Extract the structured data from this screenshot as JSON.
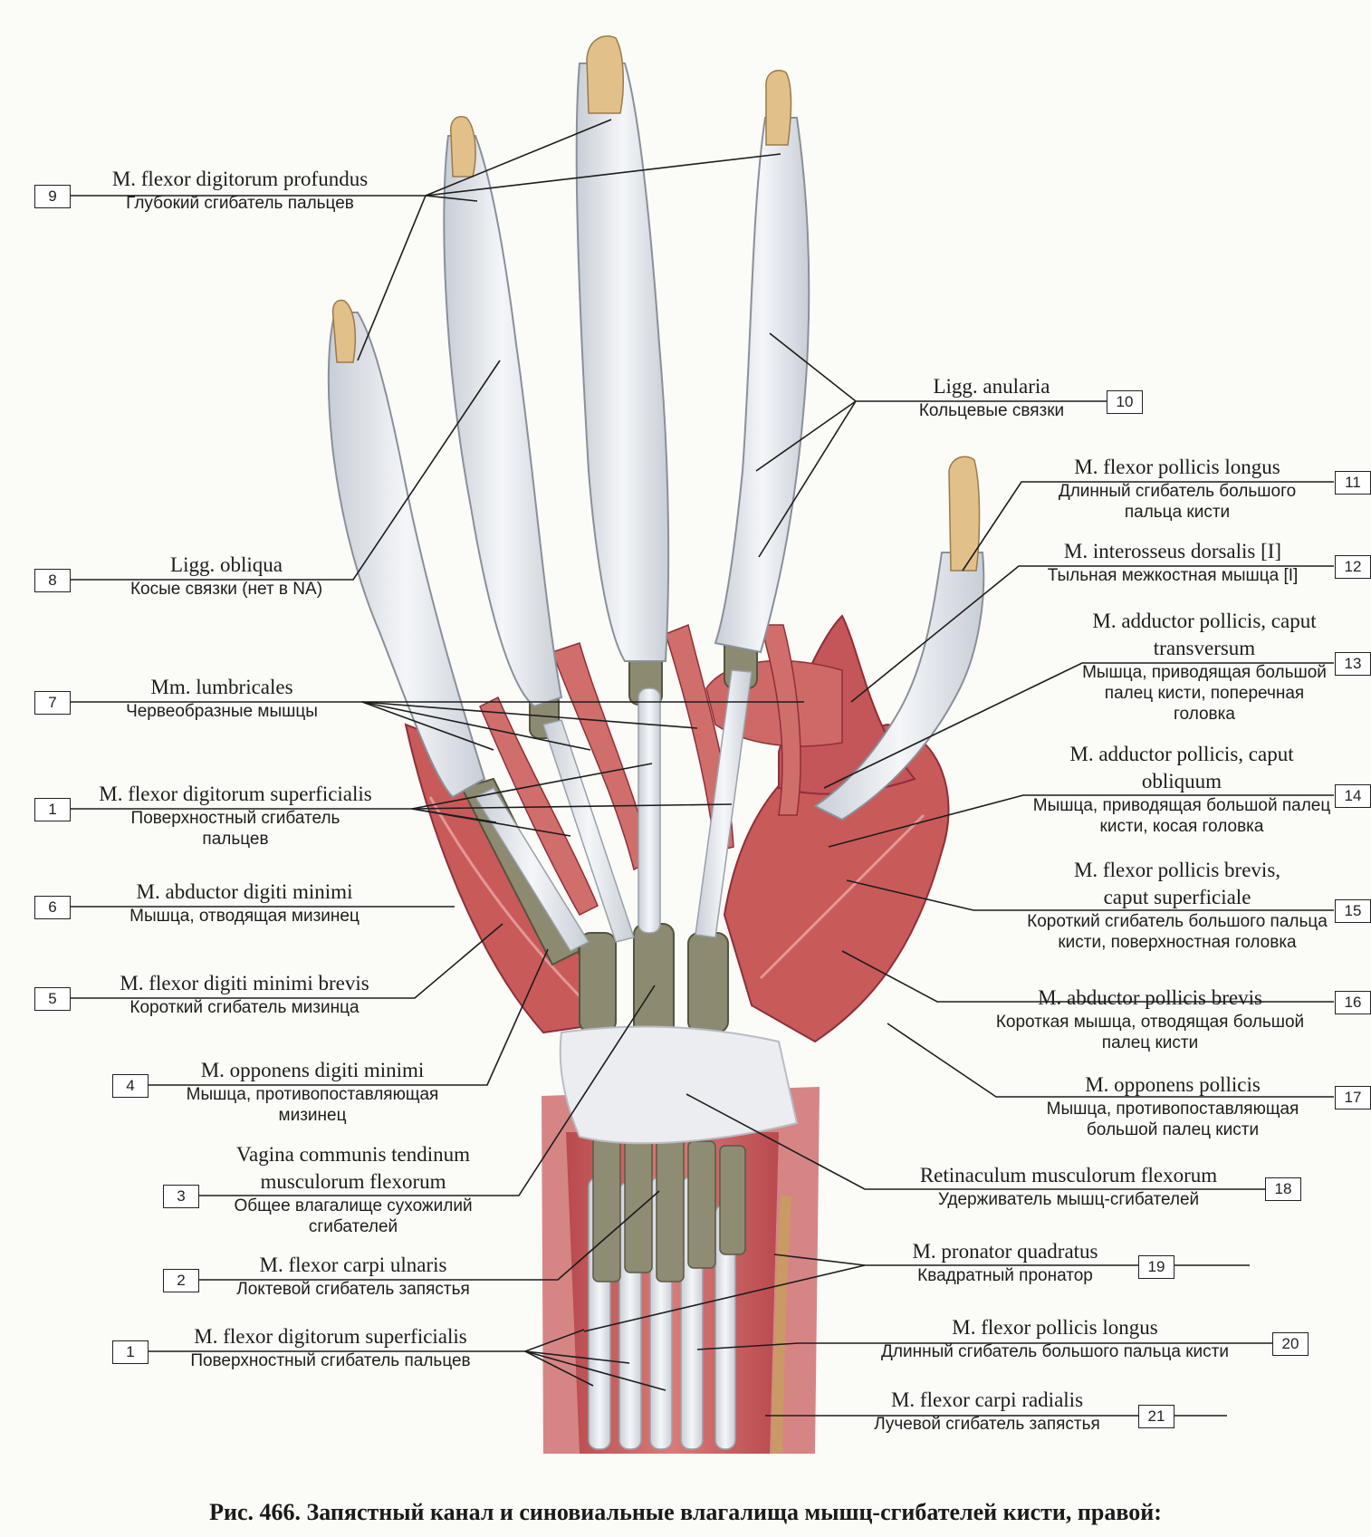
{
  "labels": [
    {
      "id": "9",
      "lat": "M. flexor digitorum profundus",
      "ru": "Глубокий сгибатель пальцев"
    },
    {
      "id": "10",
      "lat": "Ligg. anularia",
      "ru": "Кольцевые связки"
    },
    {
      "id": "11",
      "lat": "M. flexor pollicis longus",
      "ru": "Длинный сгибатель большого пальца кисти"
    },
    {
      "id": "8",
      "lat": "Ligg. obliqua",
      "ru": "Косые связки (нет в NA)"
    },
    {
      "id": "12",
      "lat": "M. interosseus dorsalis [I]",
      "ru": "Тыльная межкостная мышца [I]"
    },
    {
      "id": "13",
      "lat": "M. adductor pollicis, caput transversum",
      "ru": "Мышца, приводящая большой палец кисти, поперечная головка"
    },
    {
      "id": "7",
      "lat": "Mm. lumbricales",
      "ru": "Червеобразные мышцы"
    },
    {
      "id": "14",
      "lat": "M. adductor pollicis, caput obliquum",
      "ru": "Мышца, приводящая большой палец кисти, косая головка"
    },
    {
      "id": "1",
      "lat": "M. flexor digitorum superficialis",
      "ru": "Поверхностный сгибатель пальцев"
    },
    {
      "id": "15",
      "lat": "M. flexor pollicis brevis, caput superficiale",
      "ru": "Короткий сгибатель большого пальца кисти, поверхностная головка"
    },
    {
      "id": "6",
      "lat": "M. abductor digiti minimi",
      "ru": "Мышца, отводящая мизинец"
    },
    {
      "id": "5",
      "lat": "M. flexor digiti minimi brevis",
      "ru": "Короткий сгибатель мизинца"
    },
    {
      "id": "16",
      "lat": "M. abductor pollicis brevis",
      "ru": "Короткая мышца, отводящая большой палец кисти"
    },
    {
      "id": "4",
      "lat": "M. opponens digiti minimi",
      "ru": "Мышца, противопоставляющая мизинец"
    },
    {
      "id": "17",
      "lat": "M. opponens pollicis",
      "ru": "Мышца, противопоставляющая большой палец кисти"
    },
    {
      "id": "3",
      "lat": "Vagina communis tendinum musculorum flexorum",
      "ru": "Общее влагалище сухожилий сгибателей"
    },
    {
      "id": "18",
      "lat": "Retinaculum musculorum flexorum",
      "ru": "Удерживатель мышц-сгибателей"
    },
    {
      "id": "2",
      "lat": "M. flexor carpi ulnaris",
      "ru": "Локтевой сгибатель запястья"
    },
    {
      "id": "19",
      "lat": "M. pronator quadratus",
      "ru": "Квадратный пронатор"
    },
    {
      "id": "1",
      "lat": "M. flexor digitorum superficialis",
      "ru": "Поверхностный сгибатель пальцев"
    },
    {
      "id": "20",
      "lat": "M. flexor pollicis longus",
      "ru": "Длинный сгибатель большого пальца кисти"
    },
    {
      "id": "21",
      "lat": "M. flexor carpi radialis",
      "ru": "Лучевой сгибатель запястья"
    }
  ],
  "caption": "Рис. 466. Запястный канал и синовиальные влагалища мышц-сгибателей кисти, правой:",
  "colors": {
    "muscle": "#c95a5a",
    "muscle_dark": "#a63c42",
    "tendon": "#e4e8ee",
    "bone": "#e2c08a",
    "sheath": "#8c8a70",
    "line": "#1d1d1d"
  }
}
